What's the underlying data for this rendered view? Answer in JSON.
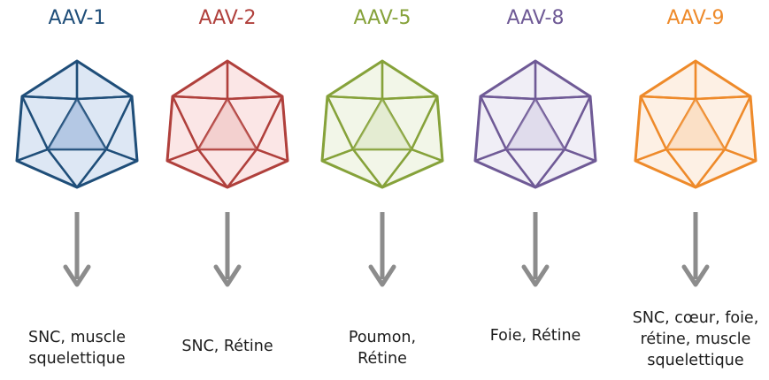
{
  "serotypes": [
    {
      "name": "AAV-1",
      "color": "#1f4e79",
      "fill": "#dde7f4",
      "center_fill": "#b4c8e4",
      "target_lines": [
        "SNC, muscle",
        "squelettique"
      ]
    },
    {
      "name": "AAV-2",
      "color": "#b0403c",
      "fill": "#fbe6e6",
      "center_fill": "#f3d0cf",
      "target_lines": [
        "SNC, Rétine"
      ]
    },
    {
      "name": "AAV-5",
      "color": "#86a23a",
      "fill": "#f2f6e8",
      "center_fill": "#e4ecd2",
      "target_lines": [
        "Poumon,",
        "Rétine"
      ]
    },
    {
      "name": "AAV-8",
      "color": "#6f5a96",
      "fill": "#f0eef6",
      "center_fill": "#e0dcec",
      "target_lines": [
        "Foie, Rétine"
      ]
    },
    {
      "name": "AAV-9",
      "color": "#ee8a2a",
      "fill": "#fdf0e4",
      "center_fill": "#fbe0c6",
      "target_lines": [
        "SNC, cœur, foie,",
        "rétine, muscle",
        "squelettique"
      ]
    }
  ],
  "arrow_color": "#8c8c8c"
}
